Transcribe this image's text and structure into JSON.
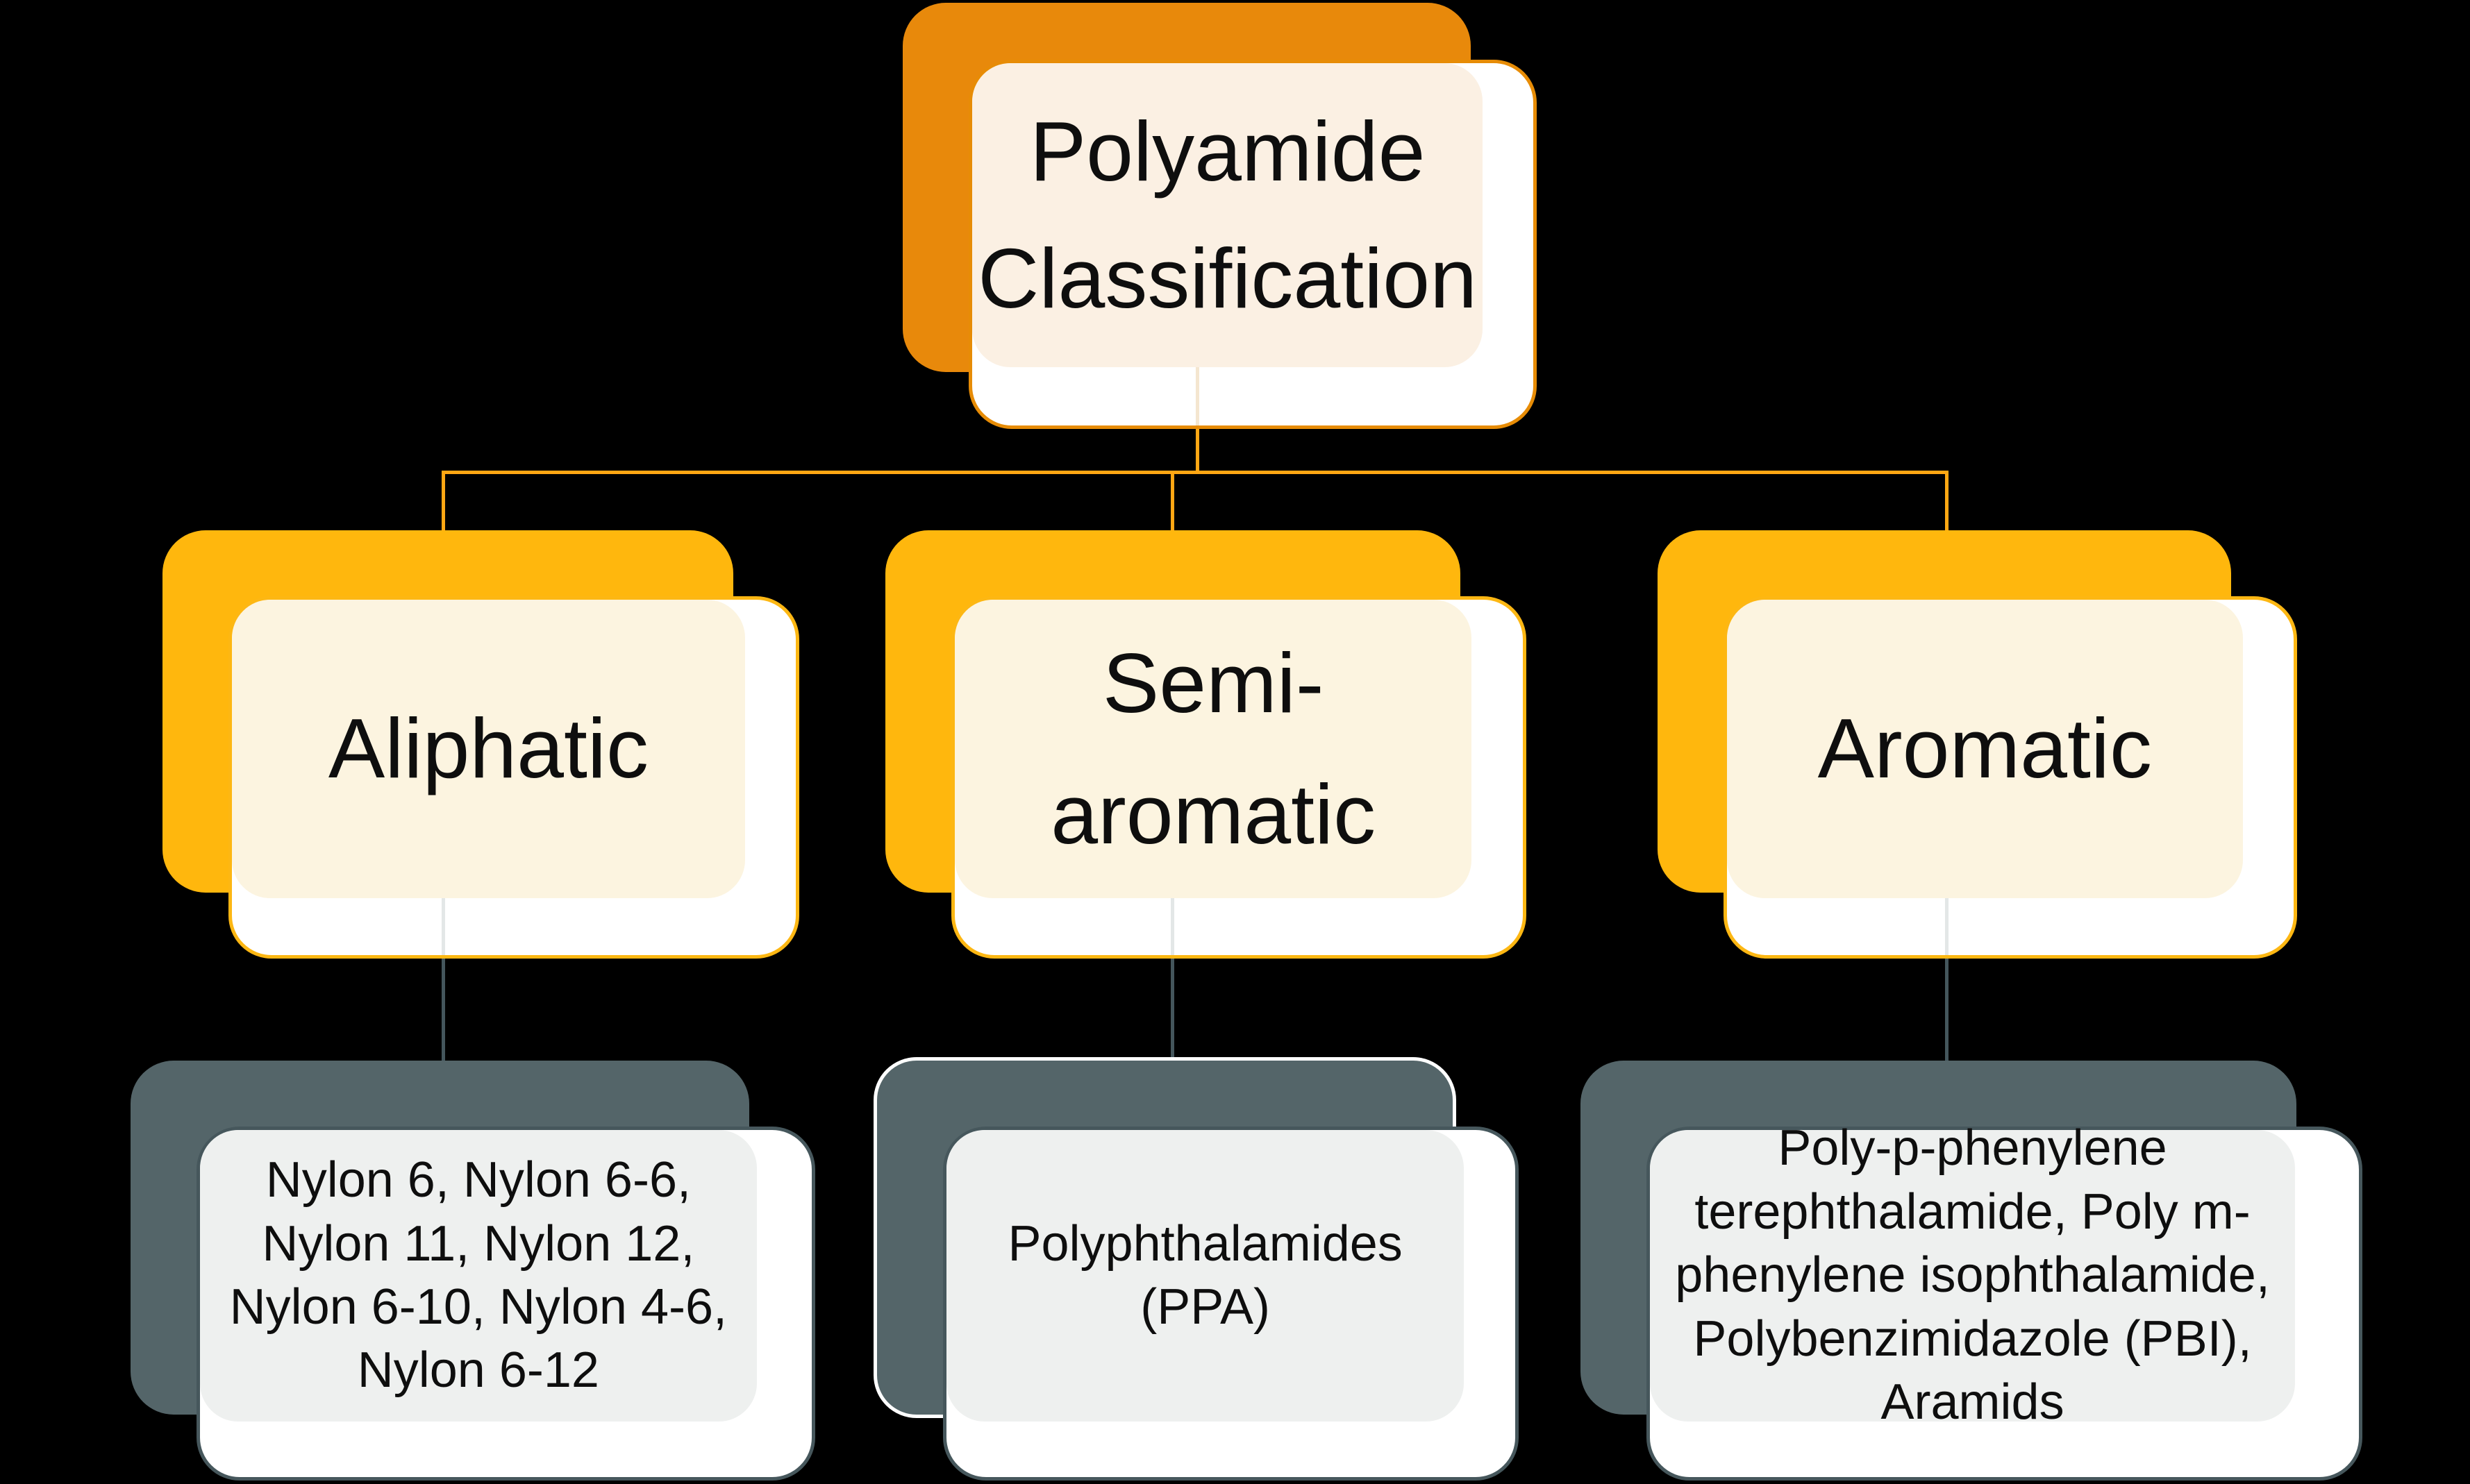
{
  "diagram": {
    "root": {
      "label": "Polyamide\nClassification"
    },
    "branches": [
      {
        "label": "Aliphatic",
        "examples": "Nylon 6, Nylon 6-6,\nNylon 11, Nylon 12,\nNylon 6-10, Nylon 4-6,\nNylon 6-12"
      },
      {
        "label": "Semi-\naromatic",
        "examples": "Polyphthalamides\n(PPA)"
      },
      {
        "label": "Aromatic",
        "examples": "Poly-p-phenylene\nterephthalamide, Poly m-\nphenylene isophthalamide,\nPolybenzimidazole (PBI),\nAramids"
      }
    ]
  },
  "colors": {
    "background": "#000000",
    "root_shadow": "#E8890B",
    "root_border": "#E78C06",
    "root_fill": "#FBF0E3",
    "branch_shadow": "#FFB70D",
    "branch_border": "#FDB713",
    "branch_fill": "#FCF4E0",
    "leaf_shadow": "#546569",
    "leaf_border": "#46575C",
    "leaf_fill": "#EEF0EF",
    "card_base": "#FFFFFF",
    "connector_orange": "#FFA713",
    "connector_slate": "#44565C",
    "ppa_shadow_outline": "#FFFFFF",
    "text": "#0E0E0E"
  }
}
